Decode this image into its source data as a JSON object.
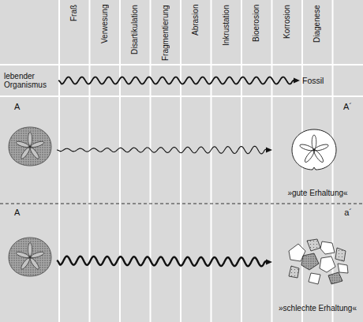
{
  "diagram": {
    "nodes": [
      {
        "text": [
          "lebender Organismus"
        ]
      },
      {
        "text": [
          "Fossil"
        ]
      },
      {
        "text": [
          "A"
        ]
      },
      {
        "text": [
          "A´",
          "»gute Erhaltung«"
        ]
      },
      {
        "text": [
          "A"
        ]
      },
      {
        "text": [
          "a´",
          "»schlechte Erhaltung«"
        ]
      }
    ],
    "edges": [
      {
        "from": 0,
        "to": 1,
        "arrow": "to"
      },
      {
        "from": 2,
        "to": 3,
        "arrow": "to"
      },
      {
        "from": 4,
        "to": 5,
        "arrow": "to"
      }
    ],
    "labels": [
      "Fraß",
      "Verwesung",
      "Disartikulation",
      "Fragmentierung",
      "Abrasion",
      "Inkrustation",
      "Bioerosion",
      "Korrosion",
      "Diagenese"
    ]
  }
}
